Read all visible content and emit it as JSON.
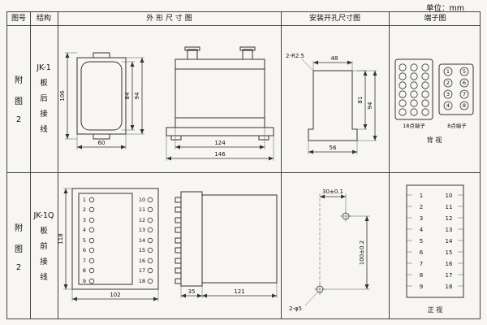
{
  "unit_label": "单位：mm",
  "header": {
    "fig_no": "图号",
    "structure": "结构",
    "outline": "外 形 尺 寸 图",
    "mounting": "安装开孔尺寸图",
    "terminal": "端子图"
  },
  "row1": {
    "fig": [
      "附",
      "图",
      "2"
    ],
    "structure": [
      "JK-1",
      "板",
      "后",
      "接",
      "线"
    ],
    "dims": {
      "overall_h": "106",
      "inner_h": "84",
      "body_h": "94",
      "width": "60",
      "body_w": "124",
      "flange_w": "146"
    },
    "mount": {
      "radius": "2-R2.5",
      "top_w": "48",
      "inner_h": "81",
      "overall_h": "94",
      "bottom_w": "56"
    },
    "term": {
      "label18": "18点端子",
      "label8": "8点端子",
      "view": "背 视",
      "p": [
        "1",
        "2",
        "3",
        "4",
        "5",
        "6",
        "7",
        "8"
      ]
    }
  },
  "row2": {
    "fig": [
      "附",
      "图",
      "2"
    ],
    "structure": [
      "JK-1Q",
      "板",
      "前",
      "接",
      "线"
    ],
    "dims": {
      "overall_h": "118",
      "width": "102",
      "strip_w": "35",
      "body_w": "121"
    },
    "front_left": [
      "1",
      "2",
      "3",
      "4",
      "5",
      "6",
      "7",
      "8",
      "9"
    ],
    "front_right": [
      "10",
      "11",
      "12",
      "13",
      "14",
      "15",
      "16",
      "17",
      "18"
    ],
    "mount": {
      "h_span": "30±0.1",
      "v_span": "100±0.2",
      "holes": "2-φ5"
    },
    "term": {
      "left": [
        "1",
        "2",
        "3",
        "4",
        "5",
        "6",
        "7",
        "8",
        "9"
      ],
      "right": [
        "10",
        "11",
        "12",
        "13",
        "14",
        "15",
        "16",
        "17",
        "18"
      ],
      "view": "正 视"
    }
  }
}
